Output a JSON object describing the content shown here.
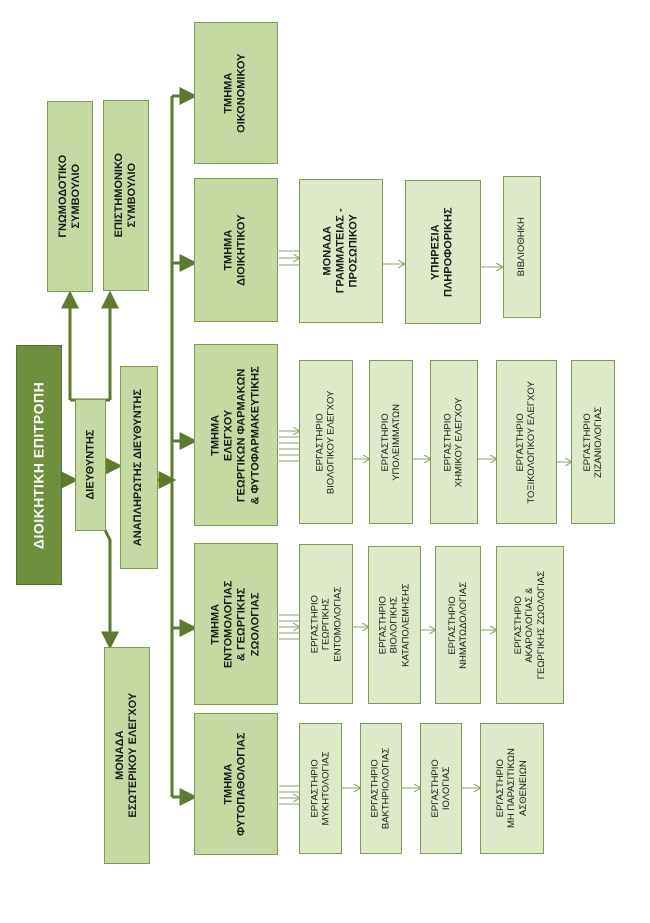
{
  "nodes": {
    "board": "ΔΙΟΙΚΗΤΙΚΗ ΕΠΙΤΡΟΠΗ",
    "director": "ΔΙΕΥΘΥΝΤΗΣ",
    "deputy": "ΑΝΑΠΛΗΡΩΤΗΣ ΔΙΕΥΘΥΝΤΗΣ",
    "advisory": "ΓΝΩΜΟΔΟΤΙΚΟ\nΣΥΜΒΟΥΛΙΟ",
    "scientific": "ΕΠΙΣΤΗΜΟΝΙΚΟ\nΣΥΜΒΟΥΛΙΟ",
    "internal_audit": "ΜΟΝΑΔΑ\nΕΣΩΤΕΡΙΚΟΥ ΕΛΕΓΧΟΥ",
    "dept_financial": "ΤΜΗΜΑ\nΟΙΚΟΝΟΜΙΚΟΥ",
    "dept_admin": "ΤΜΗΜΑ\nΔΙΟΙΚΗΤΙΚΟΥ",
    "unit_secretariat": "ΜΟΝΑΔΑ\nΓΡΑΜΜΑΤΕΙΑΣ -\nΠΡΟΣΩΠΙΚΟΥ",
    "unit_it": "ΥΠΗΡΕΣΙΑ\nΠΛΗΡΟΦΟΡΙΚΗΣ",
    "unit_library": "ΒΙΒΛΙΟΘΗΚΗ",
    "dept_pesticides": "ΤΜΗΜΑ\nΕΛΕΓΧΟΥ\nΓΕΩΡΓΙΚΩΝ ΦΑΡΜΑΚΩΝ\n& ΦΥΤΟΦΑΡΜΑΚΕΥΤΙΚΗΣ",
    "lab_bio_control": "ΕΡΓΑΣΤΗΡΙΟ\nΒΙΟΛΟΓΙΚΟΥ ΕΛΕΓΧΟΥ",
    "lab_residues": "ΕΡΓΑΣΤΗΡΙΟ\nΥΠΟΛΕΙΜΜΑΤΩΝ",
    "lab_chem_control": "ΕΡΓΑΣΤΗΡΙΟ\nΧΗΜΙΚΟΥ ΕΛΕΓΧΟΥ",
    "lab_toxicology": "ΕΡΓΑΣΤΗΡΙΟ\nΤΟΞΙΚΟΛΟΓΙΚΟΥ ΕΛΕΓΧΟΥ",
    "lab_weeds": "ΕΡΓΑΣΤΗΡΙΟ\nΖΙΖΑΝΙΟΛΟΓΙΑΣ",
    "dept_entomology": "ΤΜΗΜΑ\nΕΝΤΟΜΟΛΟΓΙΑΣ\n& ΓΕΩΡΓΙΚΗΣ\nΖΩΟΛΟΓΙΑΣ",
    "lab_agr_entomology": "ΕΡΓΑΣΤΗΡΙΟ\nΓΕΩΡΓΙΚΗΣ\nΕΝΤΟΜΟΛΟΓΙΑΣ",
    "lab_bio_pest": "ΕΡΓΑΣΤΗΡΙΟ\nΒΙΟΛΟΓΙΚΗΣ\nΚΑΤΑΠΟΛΕΜΗΣΗΣ",
    "lab_nematology": "ΕΡΓΑΣΤΗΡΙΟ\nΝΗΜΑΤΩΔΟΛΟΓΙΑΣ",
    "lab_acarology": "ΕΡΓΑΣΤΗΡΙΟ\nΑΚΑΡΟΛΟΓΙΑΣ &\nΓΕΩΡΓΙΚΗΣ ΖΩΟΛΟΓΙΑΣ",
    "dept_phytopathology": "ΤΜΗΜΑ\nΦΥΤΟΠΑΘΟΛΟΓΙΑΣ",
    "lab_mycology": "ΕΡΓΑΣΤΗΡΙΟ\nΜΥΚΗΤΟΛΟΓΙΑΣ",
    "lab_bacteriology": "ΕΡΓΑΣΤΗΡΙΟ\nΒΑΚΤΗΡΙΟΛΟΓΙΑΣ",
    "lab_virology": "ΕΡΓΑΣΤΗΡΙΟ\nΙΟΛΟΓΙΑΣ",
    "lab_nonparasitic": "ΕΡΓΑΣΤΗΡΙΟ\nΜΗ ΠΑΡΑΣΙΤΙΚΩΝ\nΑΣΘΕΝΕΙΩΝ"
  },
  "colors": {
    "header": "#6e8f3b",
    "department": "#c5d9a3",
    "unit": "#dde9c8",
    "connector": "#5e7a2e",
    "thin_connector": "#8aa064"
  }
}
